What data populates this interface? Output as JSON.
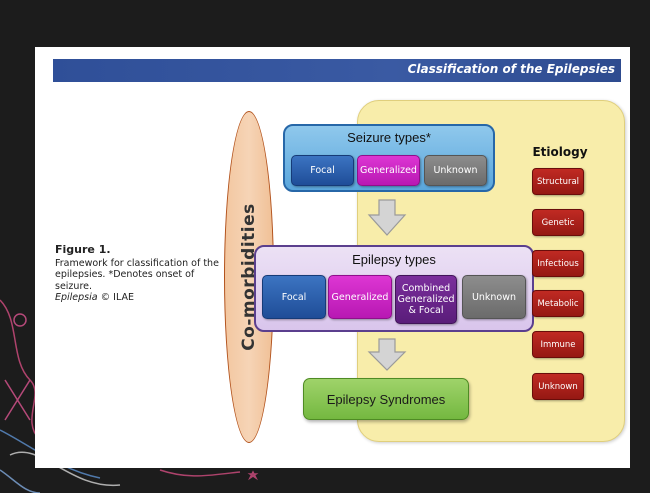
{
  "banner": {
    "title": "Classification of the Epilepsies"
  },
  "caption": {
    "figure": "Figure 1.",
    "line1": "Framework for classification of the epilepsies. *Denotes onset of seizure.",
    "journal": "Epilepsia",
    "credit": " © ILAE"
  },
  "comorbidities": "Co-morbidities",
  "seizure_types": {
    "title": "Seizure types*",
    "items": [
      "Focal",
      "Generalized",
      "Unknown"
    ]
  },
  "epilepsy_types": {
    "title": "Epilepsy types",
    "items": [
      "Focal",
      "Generalized",
      "Combined Generalized & Focal",
      "Unknown"
    ]
  },
  "syndromes": "Epilepsy Syndromes",
  "etiology": {
    "title": "Etiology",
    "items": [
      "Structural",
      "Genetic",
      "Infectious",
      "Metabolic",
      "Immune",
      "Unknown"
    ]
  },
  "colors": {
    "banner": "#3a5aa3",
    "seizure_box": "#5aa6dc",
    "epilepsy_box": "#d9c5ec",
    "focal": "#1f4d98",
    "generalized": "#b818b3",
    "unknown": "#6b6b6b",
    "combined": "#5a1d7a",
    "syndromes": "#74b840",
    "etiology_item": "#951813",
    "etiology_bg": "#f8edaa",
    "comorbidities": "#f3c7a0"
  }
}
